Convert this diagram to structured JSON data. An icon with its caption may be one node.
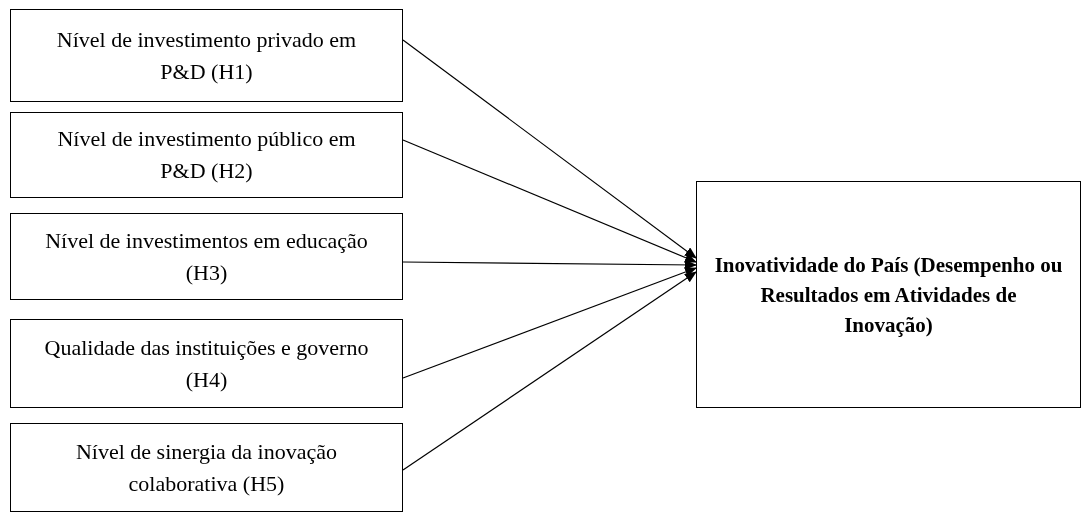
{
  "diagram": {
    "nodes": [
      {
        "text": [
          "Nível de investimento privado em P&D (H1)"
        ]
      },
      {
        "text": [
          "Nível de investimento público em P&D (H2)"
        ]
      },
      {
        "text": [
          "Nível de investimentos em educação (H3)"
        ]
      },
      {
        "text": [
          "Qualidade das instituições e governo (H4)"
        ]
      },
      {
        "text": [
          "Nível de sinergia da inovação colaborativa (H5)"
        ]
      },
      {
        "text": [
          "Inovatividade do País (Desempenho ou Resultados em Atividades de Inovação)"
        ]
      }
    ],
    "edges": [
      {
        "from": 0,
        "to": 5,
        "arrow": "to"
      },
      {
        "from": 1,
        "to": 5,
        "arrow": "to"
      },
      {
        "from": 2,
        "to": 5,
        "arrow": "to"
      },
      {
        "from": 3,
        "to": 5,
        "arrow": "to"
      },
      {
        "from": 4,
        "to": 5,
        "arrow": "to"
      }
    ]
  }
}
